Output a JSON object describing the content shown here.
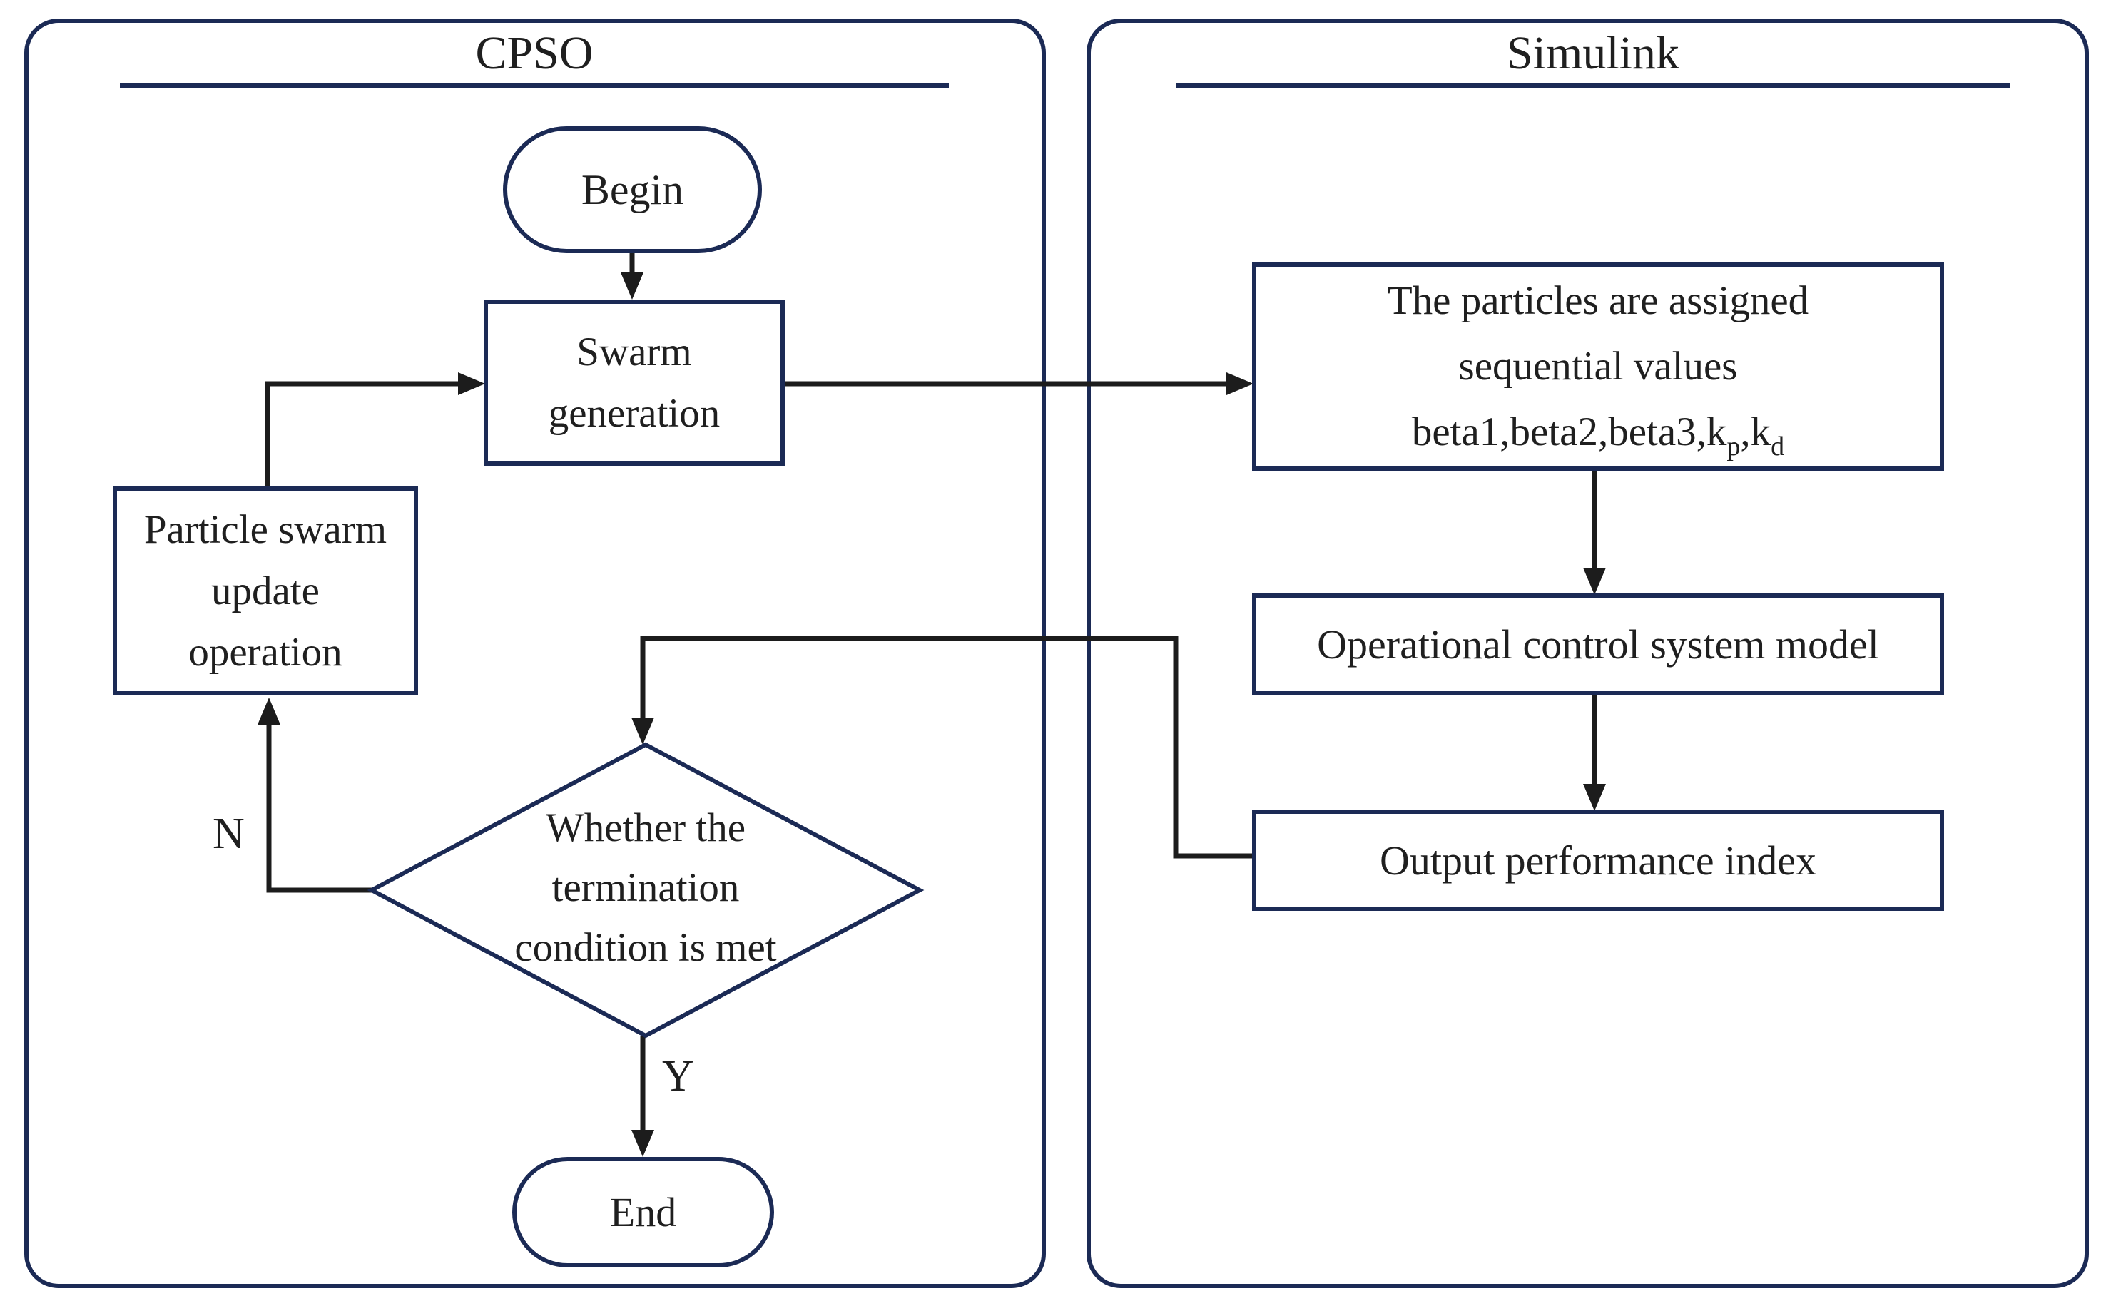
{
  "figure": {
    "colors": {
      "panel_border": "#1b2a55",
      "shape_border": "#1b2a55",
      "flow_line": "#1c1c1c",
      "text": "#1f1f1f",
      "background": "#ffffff"
    },
    "panels": {
      "cpso": {
        "title": "CPSO"
      },
      "simulink": {
        "title": "Simulink"
      }
    },
    "nodes": {
      "begin": {
        "label": "Begin"
      },
      "swarm_generation": {
        "line1": "Swarm",
        "line2": "generation"
      },
      "particle_update": {
        "line1": "Particle swarm",
        "line2": "update",
        "line3": "operation"
      },
      "termination_decision": {
        "line1": "Whether the",
        "line2": "termination",
        "line3": "condition is met"
      },
      "end": {
        "label": "End"
      },
      "particles_assigned": {
        "line1": "The particles are assigned",
        "line2": "sequential values",
        "line3_base": "beta1,beta2,beta3,k",
        "line3_sub1": "p",
        "line3_mid": ",k",
        "line3_sub2": "d"
      },
      "operational_model": {
        "label": "Operational control system model"
      },
      "output_index": {
        "label": "Output performance index"
      }
    },
    "edge_labels": {
      "no": "N",
      "yes": "Y"
    }
  }
}
